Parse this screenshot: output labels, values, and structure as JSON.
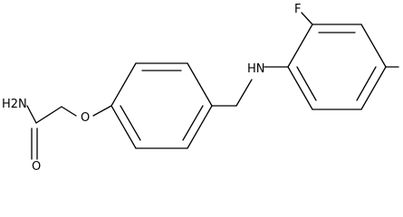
{
  "atoms": {
    "amine_n": "H2N",
    "carbonyl_o": "O",
    "ether_o": "O",
    "amine_nh": "HN",
    "fluorine": "F"
  }
}
